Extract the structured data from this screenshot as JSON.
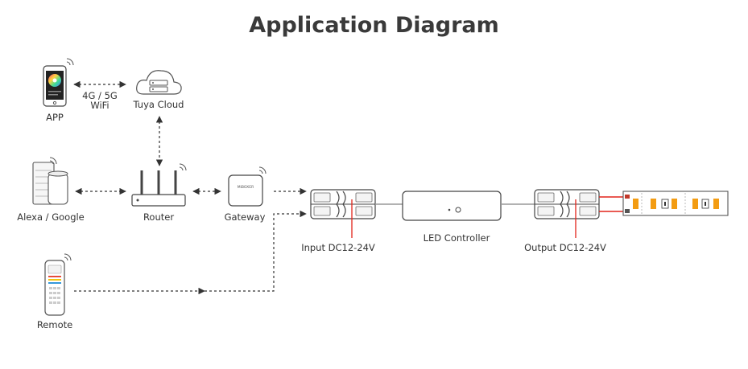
{
  "title": "Application Diagram",
  "labels": {
    "app": "APP",
    "tuya_cloud": "Tuya Cloud",
    "conn_line1": "4G / 5G",
    "conn_line2": "WiFi",
    "alexa_google": "Alexa / Google",
    "router": "Router",
    "gateway": "Gateway",
    "remote": "Remote",
    "input": "Input DC12-24V",
    "led_controller": "LED Controller",
    "output": "Output DC12-24V",
    "brand": "MiBOXER"
  },
  "colors": {
    "line": "#333333",
    "wire_red": "#e2231a",
    "led_amber": "#f39c12"
  }
}
